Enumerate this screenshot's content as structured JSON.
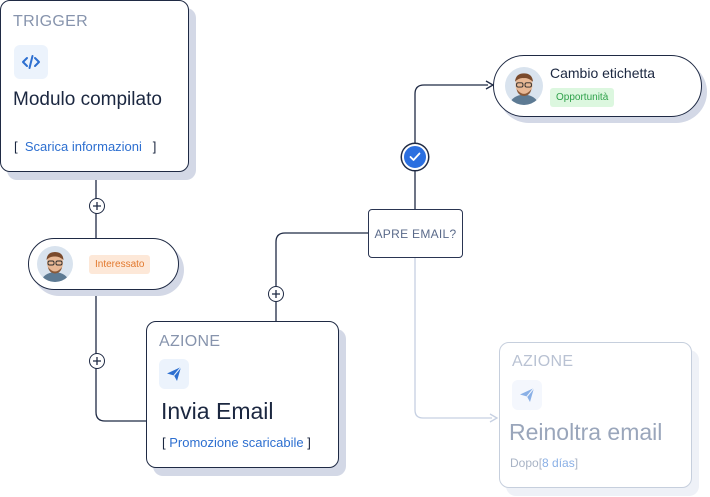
{
  "trigger_card": {
    "kicker": "TRIGGER",
    "icon": "code-icon",
    "title": "Modulo compilato",
    "bracket_open": "[",
    "link": "Scarica informazioni",
    "bracket_close": "]"
  },
  "contact_interessato": {
    "avatar": "man-with-glasses-avatar",
    "tag": "Interessato"
  },
  "action_card": {
    "kicker": "AZIONE",
    "icon": "send-icon",
    "title": "Invia Email",
    "bracket_open": "[",
    "link": "Promozione scaricabile",
    "bracket_close": "]"
  },
  "decision_node": {
    "label": "APRE EMAIL?"
  },
  "label_change_node": {
    "avatar": "man-with-glasses-avatar",
    "title": "Cambio etichetta",
    "tag": "Opportunità"
  },
  "forward_card": {
    "kicker": "AZIONE",
    "icon": "send-icon",
    "title": "Reinoltra email",
    "prefix": "Dopo",
    "bracket_open": "[",
    "link": "8 días",
    "bracket_close": "]"
  },
  "colors": {
    "ink": "#1f2a44",
    "accent_blue": "#2b6fe0",
    "shadow": "#d3d8e6",
    "tag_orange_bg": "#fde8d8",
    "tag_orange_text": "#e2792e",
    "tag_green_bg": "#dcf7df",
    "tag_green_text": "#2ea14a"
  }
}
